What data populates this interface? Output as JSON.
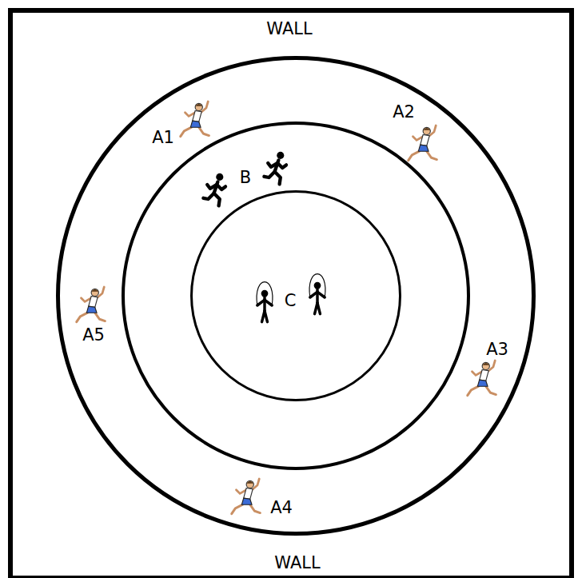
{
  "diagram": {
    "nodes": [
      {
        "text": [
          "WALL",
          "WALL"
        ]
      },
      {
        "text": [
          "A1",
          "A2",
          "A3",
          "A4",
          "A5"
        ],
        "in": 0
      },
      {
        "text": [
          "B"
        ],
        "in": 1
      },
      {
        "text": [
          "C"
        ],
        "in": 2
      }
    ]
  }
}
